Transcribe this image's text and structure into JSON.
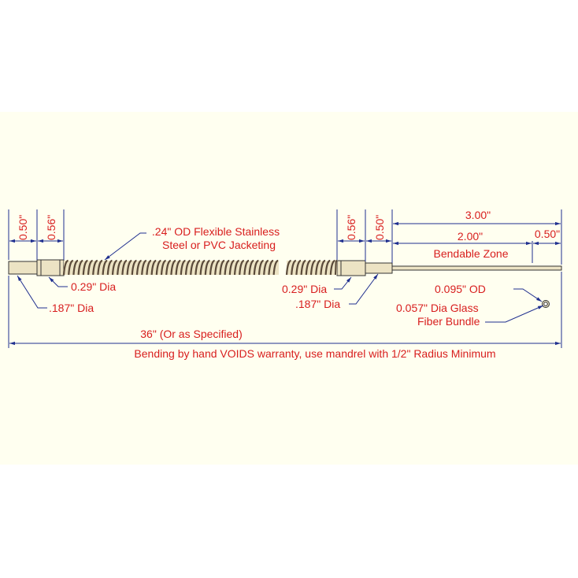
{
  "colors": {
    "background": "#fffff0",
    "dimension_line": "#1f2f8f",
    "text": "#d81e1e",
    "part_outline": "#333333",
    "cable_fill": "#ece3c4",
    "spiral": "#5a4a3a"
  },
  "dimensions": {
    "left_ferrule_050": "0.50\"",
    "left_ferrule_056": "0.56\"",
    "right_ferrule_056": "0.56\"",
    "right_ferrule_050": "0.50\"",
    "probe_total_300": "3.00\"",
    "bendable_200": "2.00\"",
    "tip_050": "0.50\"",
    "overall_length": "36\" (Or as Specified)"
  },
  "labels": {
    "jacket_line1": ".24\" OD Flexible Stainless",
    "jacket_line2": "Steel or PVC Jacketing",
    "left_029_dia": "0.29\" Dia",
    "left_187_dia": ".187\" Dia",
    "right_029_dia": "0.29\" Dia",
    "right_187_dia": ".187\" Dia",
    "bendable_zone": "Bendable Zone",
    "tip_od": "0.095\" OD",
    "glass_line1": "0.057\" Dia Glass",
    "glass_line2": "Fiber Bundle",
    "warning": "Bending by hand VOIDS warranty, use mandrel with 1/2\" Radius Minimum"
  }
}
